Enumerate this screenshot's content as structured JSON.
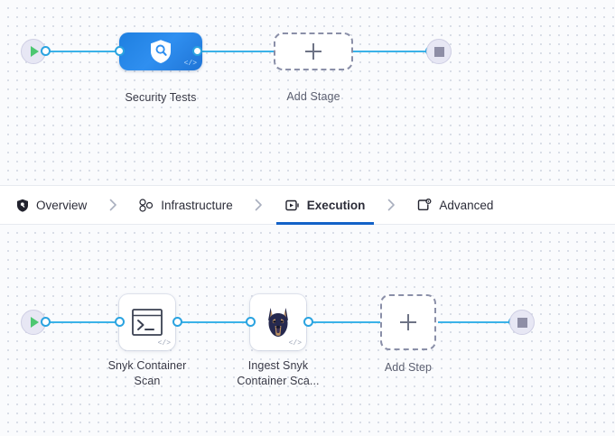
{
  "stage_canvas": {
    "name": "pipeline-stage-canvas",
    "start_node": {
      "icon": "play-icon",
      "title": "Start"
    },
    "end_node": {
      "icon": "stop-icon",
      "title": "End"
    },
    "stages": [
      {
        "label": "Security Tests",
        "icon": "shield-search-icon",
        "code_badge": "</>",
        "accent": "#2f8ff0"
      }
    ],
    "add_stage": {
      "label": "Add Stage",
      "icon": "plus-icon"
    }
  },
  "tabs": {
    "name": "stage-config-tabs",
    "items": [
      {
        "label": "Overview",
        "icon": "shield-icon",
        "active": false
      },
      {
        "label": "Infrastructure",
        "icon": "nodes-icon",
        "active": false
      },
      {
        "label": "Execution",
        "icon": "play-frame-icon",
        "active": true
      },
      {
        "label": "Advanced",
        "icon": "square-gear-icon",
        "active": false
      }
    ],
    "separator_icon": "chevron-right-icon",
    "active_underline_color": "#1362c8"
  },
  "step_canvas": {
    "name": "execution-steps-canvas",
    "start_node": {
      "icon": "play-icon",
      "title": "Start"
    },
    "end_node": {
      "icon": "stop-icon",
      "title": "End"
    },
    "steps": [
      {
        "label_line1": "Snyk Container",
        "label_line2": "Scan",
        "icon": "terminal-icon",
        "code_badge": "</>"
      },
      {
        "label_line1": "Ingest Snyk",
        "label_line2": "Container Sca...",
        "icon": "snyk-doberman-icon",
        "code_badge": "</>"
      }
    ],
    "add_step": {
      "label": "Add Step",
      "icon": "plus-icon"
    }
  },
  "theme": {
    "connector_color": "#3ab2e8",
    "port_color": "#2aa3e0",
    "canvas_bg": "#fafbfd",
    "dot_color": "#d3d8e3",
    "start_fill": "#e7e7f4",
    "play_green": "#4dc771",
    "stop_gray": "#8e8ea6",
    "dashed_border": "#8a8fa8",
    "text_color": "#383946"
  }
}
